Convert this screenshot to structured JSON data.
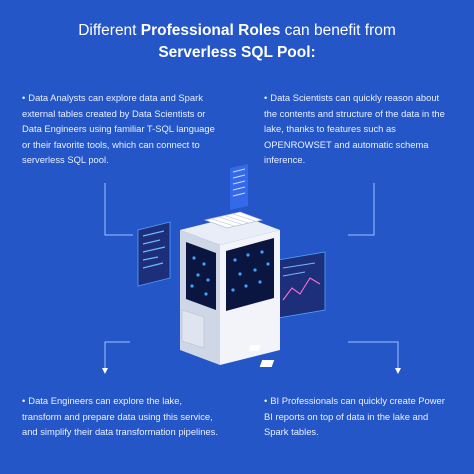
{
  "title": {
    "pre1": "Different ",
    "bold1": "Professional Roles",
    "post1": " can benefit from",
    "bold2": "Serverless SQL Pool:"
  },
  "roles": [
    {
      "bullet": "•",
      "text": "Data Analysts can explore data and Spark external tables created by Data Scientists or Data Engineers using familiar T-SQL language or their favorite tools, which can connect to serverless SQL pool."
    },
    {
      "bullet": "•",
      "text": "Data Scientists can quickly reason about the contents and structure of the data in the lake, thanks to features such as OPENROWSET and automatic schema inference."
    },
    {
      "bullet": "•",
      "text": "Data Engineers can explore the lake, transform and prepare data using this service, and simplify their data transformation pipelines."
    },
    {
      "bullet": "•",
      "text": "BI Professionals can quickly create Power BI reports on top of data in the lake and Spark tables."
    }
  ],
  "colors": {
    "background": "#2456c8",
    "accent": "#6fb7ff"
  },
  "illustration": "server-rack-illustration"
}
